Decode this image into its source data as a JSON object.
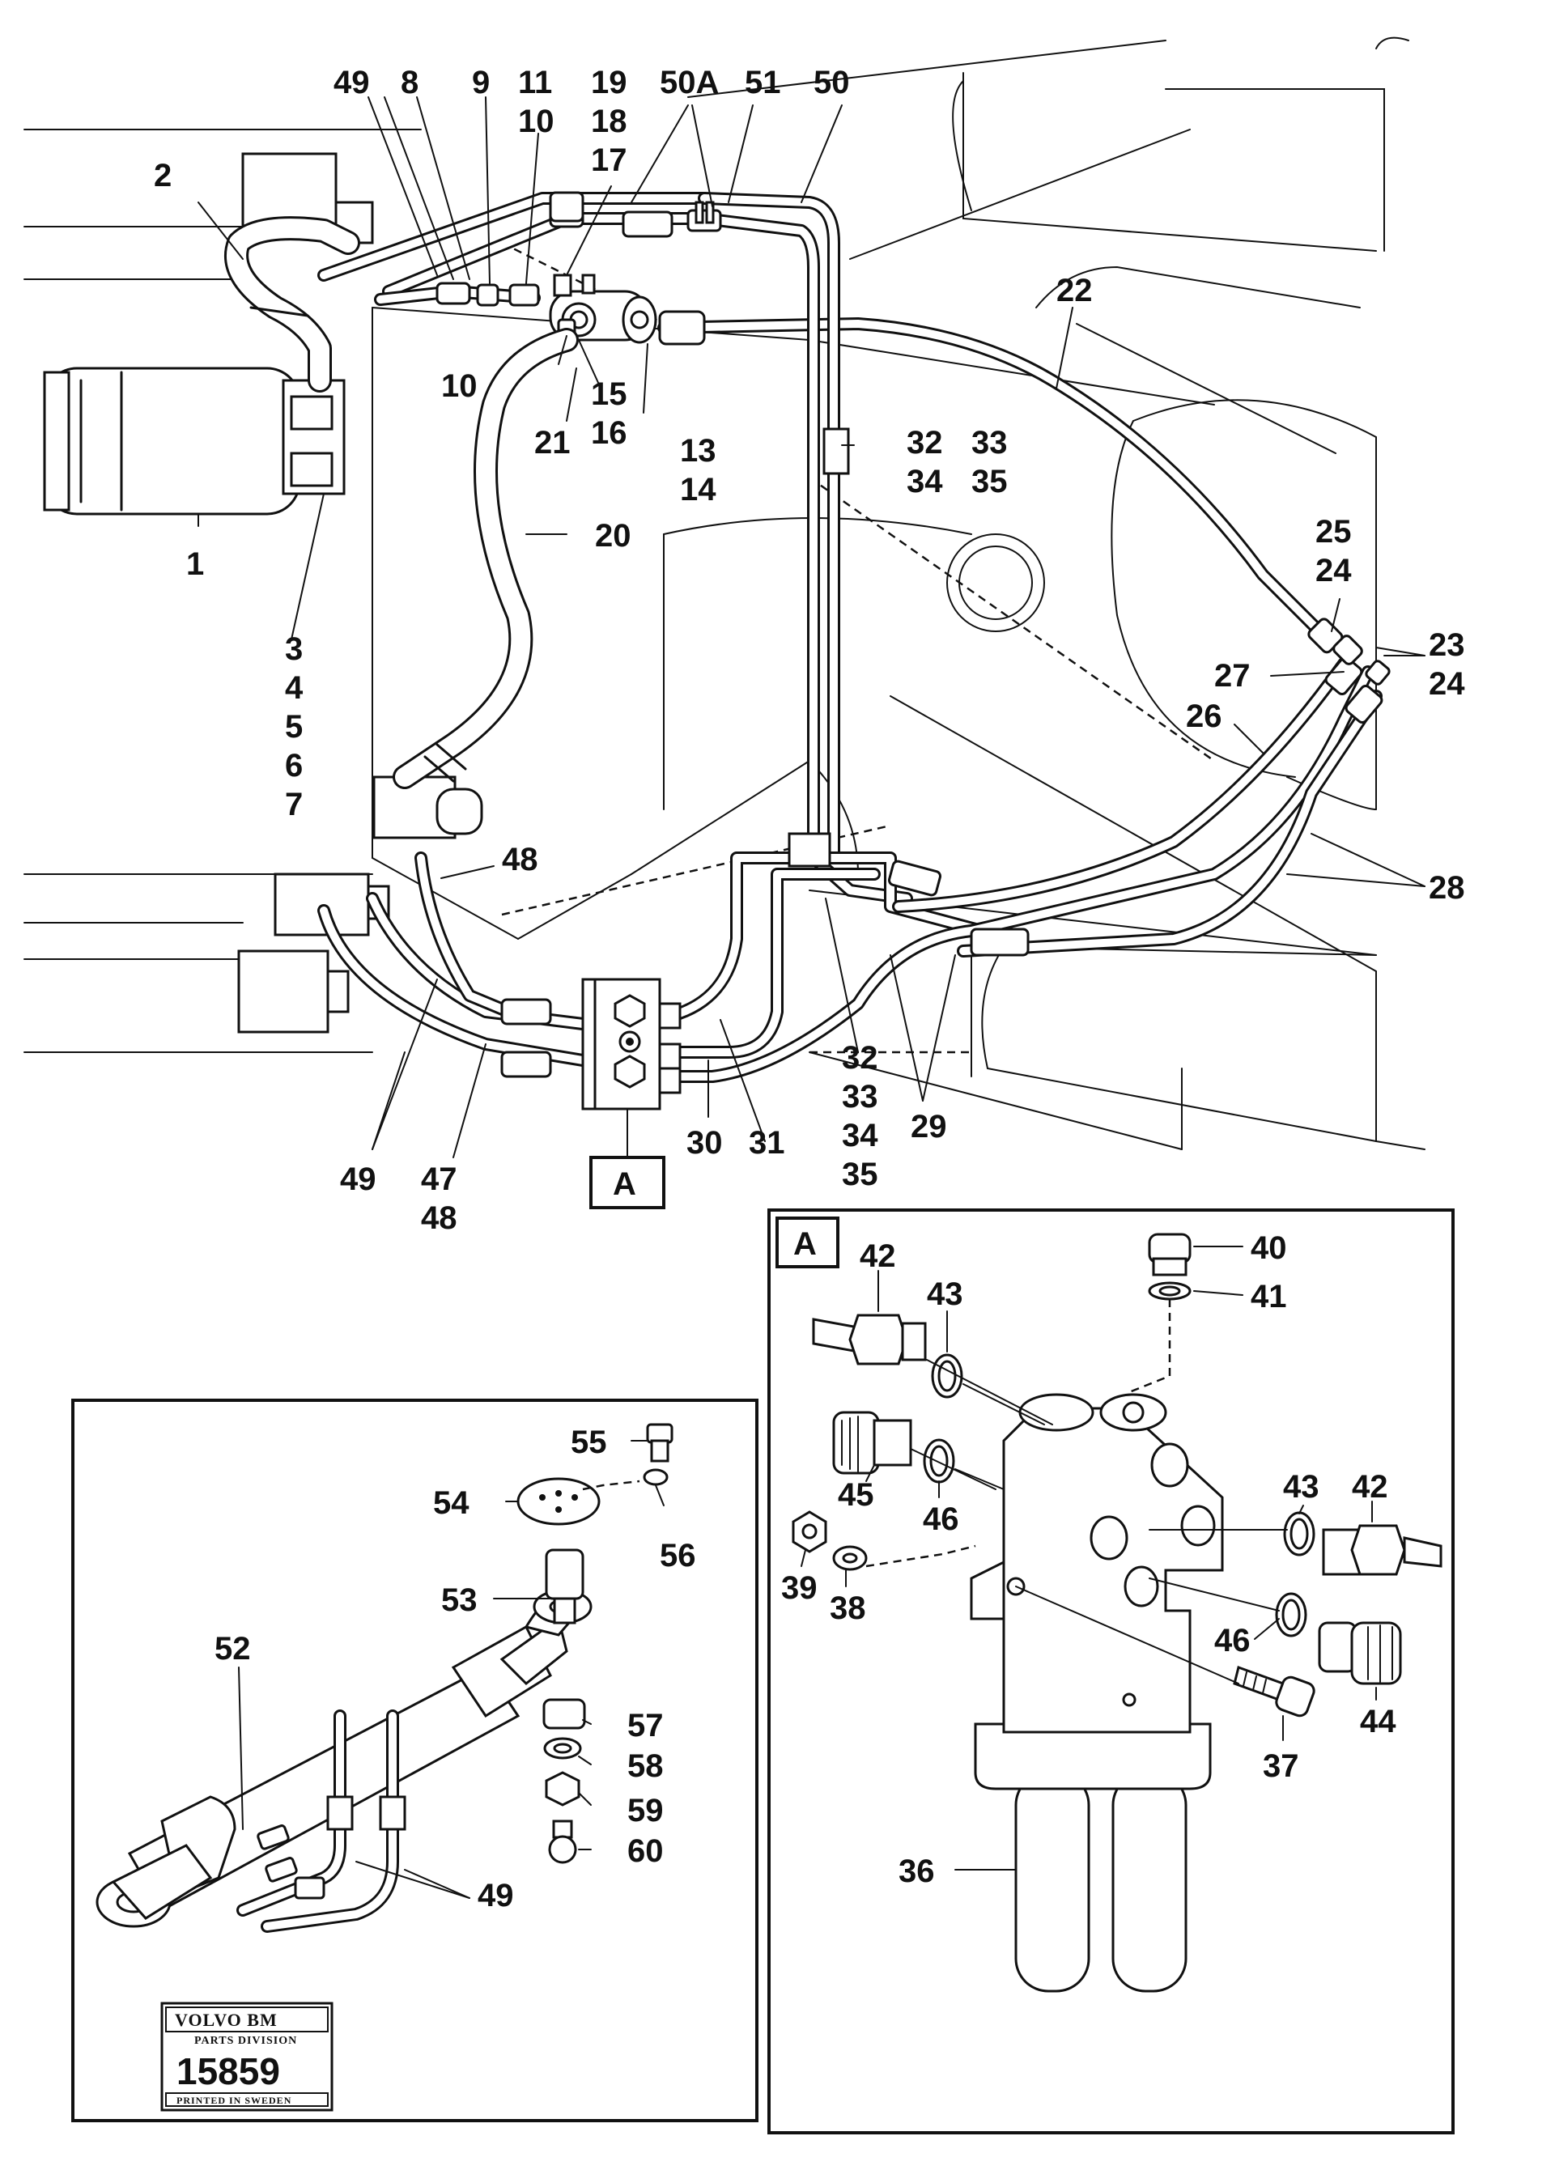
{
  "main_view": {
    "labels": {
      "l49a": "49",
      "l8": "8",
      "l9": "9",
      "l11": "11",
      "l10a": "10",
      "l19": "19",
      "l18": "18",
      "l17": "17",
      "l50A": "50A",
      "l51": "51",
      "l50": "50",
      "l2": "2",
      "l22": "22",
      "l10b": "10",
      "l15": "15",
      "l16": "16",
      "l21": "21",
      "l13": "13",
      "l14": "14",
      "l32a": "32",
      "l33a": "33",
      "l34a": "34",
      "l35a": "35",
      "l1": "1",
      "l20": "20",
      "l25": "25",
      "l24a": "24",
      "l23": "23",
      "l24b": "24",
      "l27": "27",
      "l26": "26",
      "l3": "3",
      "l4": "4",
      "l5": "5",
      "l6": "6",
      "l7": "7",
      "l48a": "48",
      "l28": "28",
      "l32b": "32",
      "l33b": "33",
      "l34b": "34",
      "l35b": "35",
      "l29": "29",
      "l30": "30",
      "l31": "31",
      "l49b": "49",
      "l47": "47",
      "l48b": "48"
    },
    "ref_box": "A"
  },
  "detail_a": {
    "title": "A",
    "labels": {
      "l42a": "42",
      "l43a": "43",
      "l40": "40",
      "l41": "41",
      "l45": "45",
      "l46a": "46",
      "l43b": "43",
      "l42b": "42",
      "l39": "39",
      "l38": "38",
      "l46b": "46",
      "l44": "44",
      "l37": "37",
      "l36": "36"
    }
  },
  "detail_cyl": {
    "labels": {
      "l55": "55",
      "l54": "54",
      "l56": "56",
      "l53": "53",
      "l57": "57",
      "l58": "58",
      "l59": "59",
      "l60": "60",
      "l52": "52",
      "l49": "49"
    }
  },
  "logo": {
    "brand": "VOLVO BM",
    "division": "PARTS DIVISION",
    "number": "15859",
    "footer": "PRINTED IN SWEDEN"
  }
}
